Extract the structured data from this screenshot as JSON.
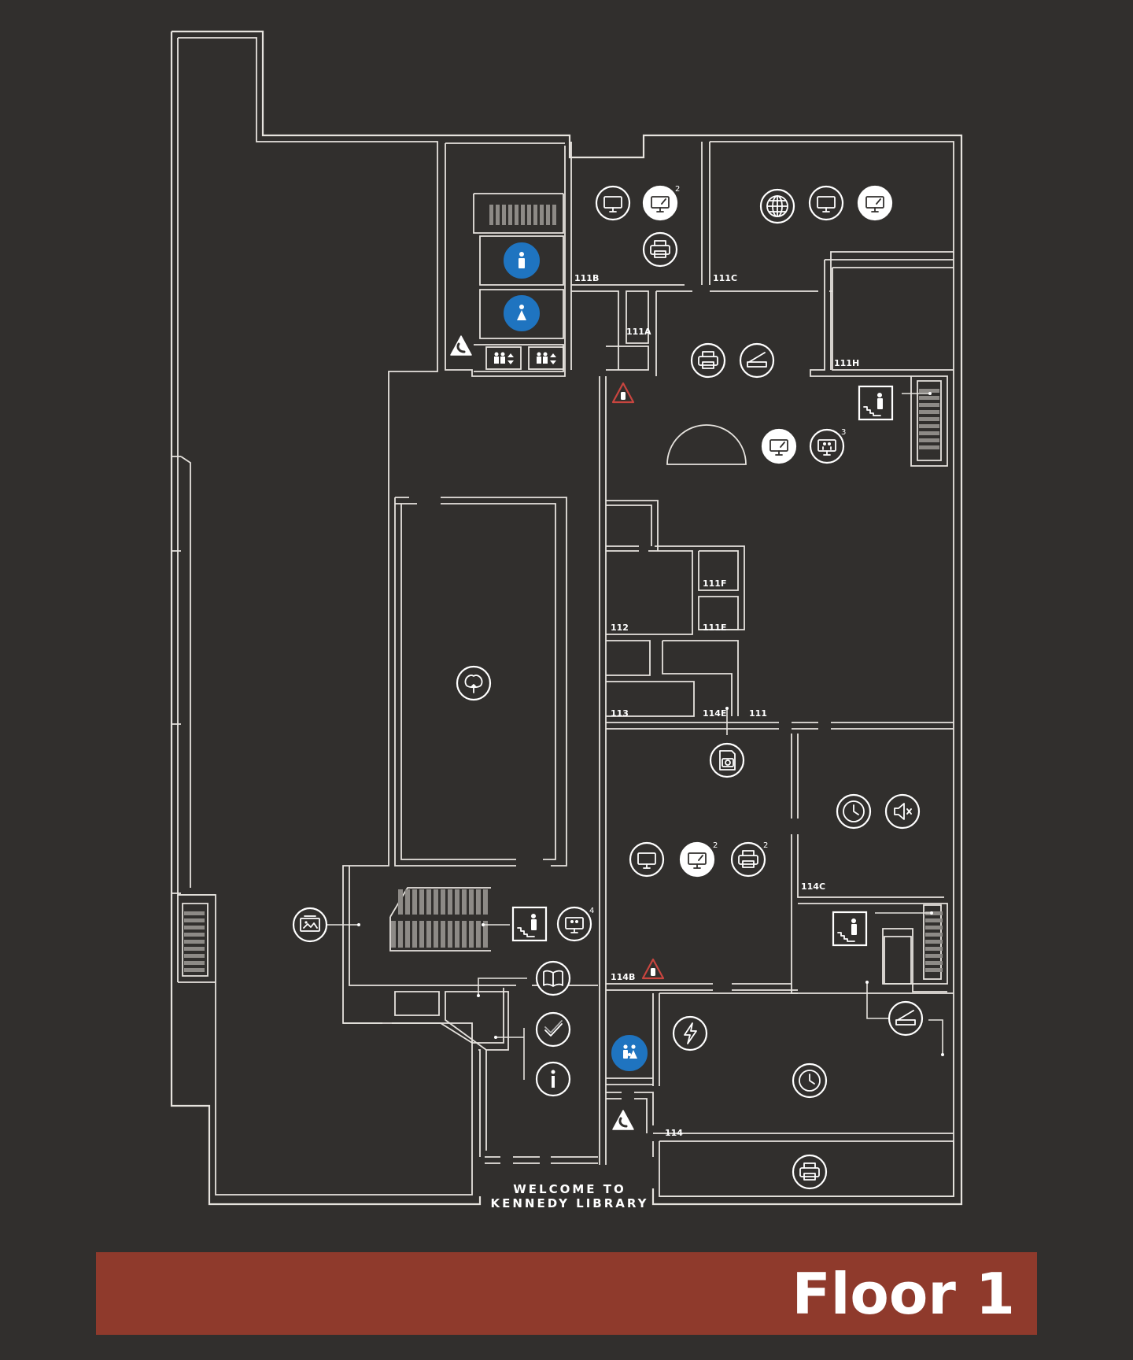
{
  "map": {
    "welcome_line1": "WELCOME TO",
    "welcome_line2": "KENNEDY LIBRARY",
    "rooms": {
      "r111b": "111B",
      "r111c": "111C",
      "r111a": "111A",
      "r111h": "111H",
      "r111f": "111F",
      "r111e": "111E",
      "r112": "112",
      "r113": "113",
      "r114e": "114E",
      "r111": "111",
      "r114c": "114C",
      "r114b": "114B",
      "r114": "114"
    },
    "badges": {
      "scanner_111b": "2",
      "group_study_room": "3",
      "scanner_114": "2",
      "printer_114": "2",
      "group_study_stairs": "4"
    },
    "colors": {
      "background": "#312f2d",
      "walls": "#e6e3de",
      "accessible_blue": "#1f74c0",
      "alert_red": "#c8453f",
      "footer_band": "#8f3a2c"
    },
    "icons": [
      "computer-icon",
      "scanner-icon",
      "printer-icon",
      "globe-icon",
      "restroom-male-icon",
      "restroom-female-icon",
      "elevator-icon",
      "emergency-phone-icon",
      "fire-extinguisher-icon",
      "accessible-stairs-icon",
      "group-study-icon",
      "tree-icon",
      "gallery-icon",
      "book-icon",
      "checkmark-icon",
      "info-icon",
      "family-restroom-icon",
      "charging-icon",
      "clock-icon",
      "quiet-zone-icon",
      "copy-camera-icon"
    ]
  },
  "footer": {
    "title": "Floor 1"
  }
}
